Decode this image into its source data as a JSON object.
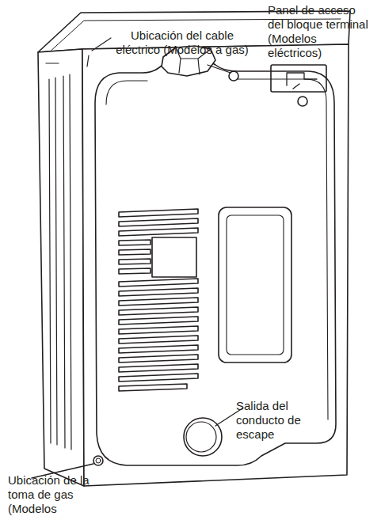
{
  "diagram": {
    "labels": [
      "Ubicación del cable eléctrico (Modelos a gas)",
      "Panel de acceso del bloque terminal (Modelos eléctricos)",
      "Salida del conducto de escape",
      "Ubicación de la toma de gas (Modelos"
    ]
  }
}
